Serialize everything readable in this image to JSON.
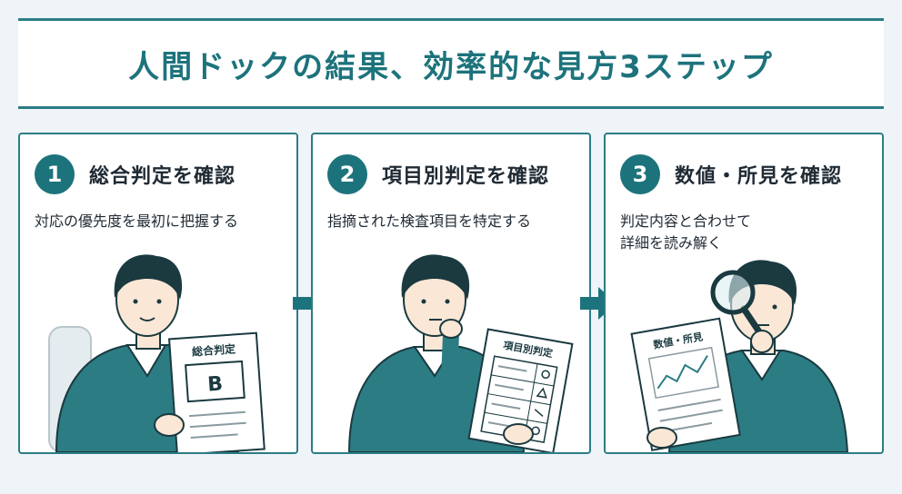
{
  "header": {
    "title": "人間ドックの結果、効率的な見方3ステップ"
  },
  "steps": [
    {
      "number": "1",
      "title": "総合判定を確認",
      "description": "対応の優先度を最初に把握する",
      "doc_title": "総合判定",
      "doc_grade": "B"
    },
    {
      "number": "2",
      "title": "項目別判定を確認",
      "description": "指摘された検査項目を特定する",
      "doc_title": "項目別判定"
    },
    {
      "number": "3",
      "title": "数値・所見を確認",
      "description": "判定内容と合わせて\n詳細を読み解く",
      "doc_title": "数値・所見"
    }
  ],
  "colors": {
    "accent": "#1d737c",
    "sweater": "#2c7c84",
    "background": "#eef4f8"
  }
}
